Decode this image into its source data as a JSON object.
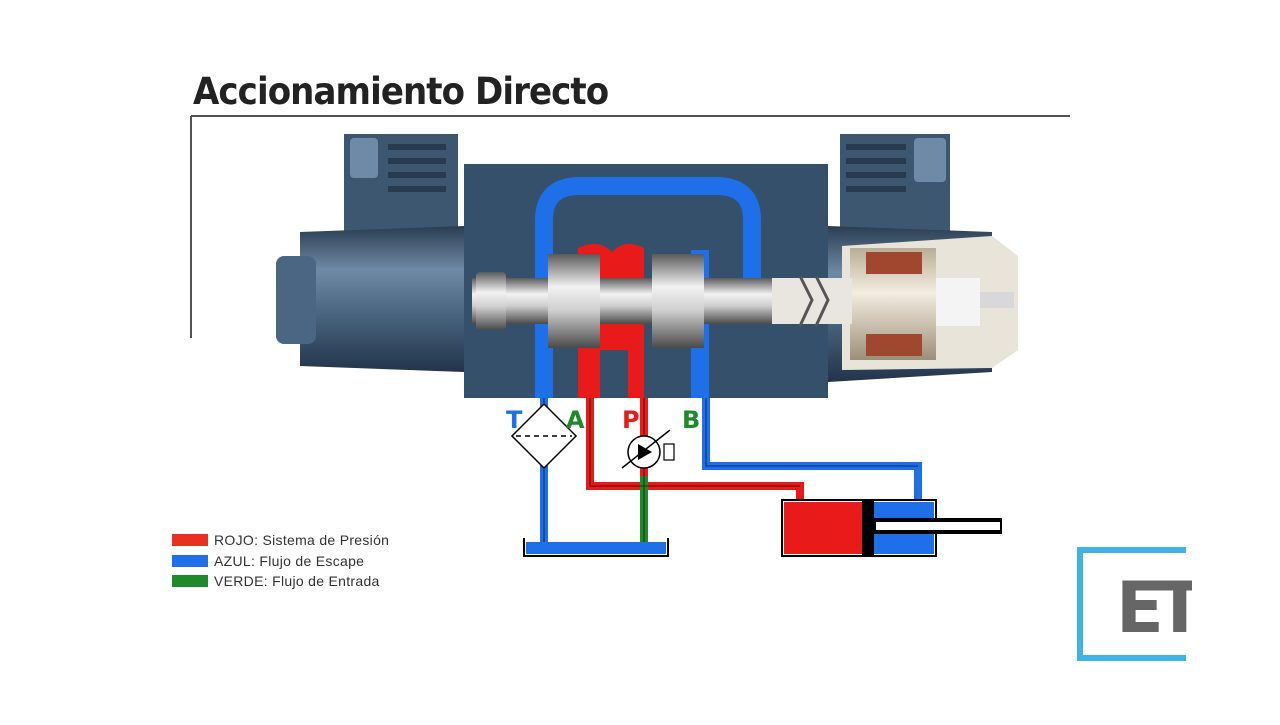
{
  "title": "Accionamiento Directo",
  "ports": {
    "t": "T",
    "a": "A",
    "p": "P",
    "b": "B"
  },
  "legend": [
    {
      "label": "ROJO: Sistema de Presión",
      "color": "#e8321f"
    },
    {
      "label": "AZUL: Flujo de Escape",
      "color": "#1f6fe8"
    },
    {
      "label": "VERDE: Flujo de Entrada",
      "color": "#1e8a2a"
    }
  ],
  "colors": {
    "pressure": "#e81a1a",
    "exhaust": "#1f6fe8",
    "supply": "#1e8a2a",
    "body": "#3e5770",
    "logo_frame": "#3fb3e6",
    "logo_text": "#666666"
  },
  "logo": {
    "text": "ET"
  }
}
